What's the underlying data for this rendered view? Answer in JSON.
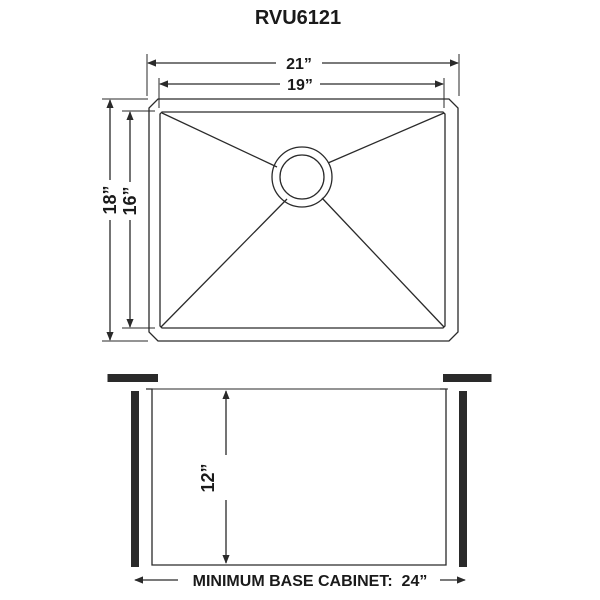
{
  "model": "RVU6121",
  "top_view": {
    "outer_width_label": "21”",
    "inner_width_label": "19”",
    "outer_height_label": "18”",
    "inner_height_label": "16”"
  },
  "front_view": {
    "depth_label": "12”",
    "cabinet_label": "MINIMUM BASE CABINET:  24”"
  },
  "colors": {
    "ink": "#2a2a2a",
    "background": "#ffffff"
  }
}
